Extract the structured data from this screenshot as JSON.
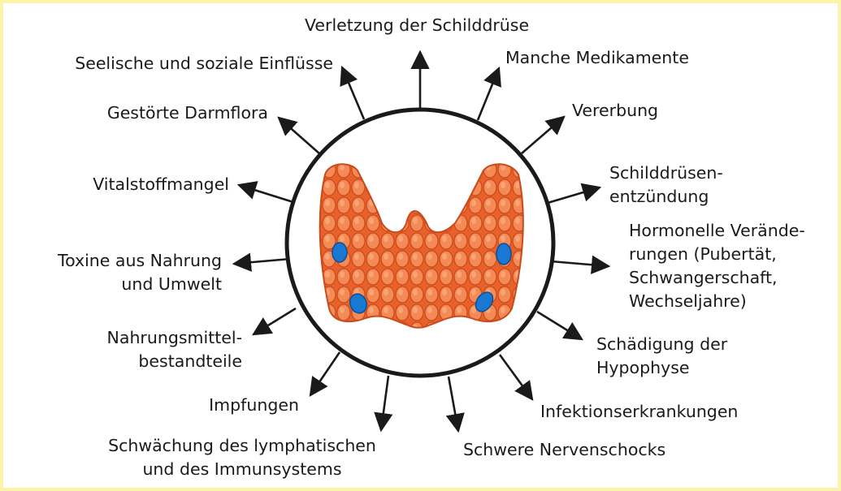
{
  "center_image": "thyroid-gland",
  "accent_colors": {
    "background_frame": "#faf3a8",
    "gland": "#f0703a",
    "nodules": "#1978d2",
    "arrows": "#1a1a1a"
  },
  "labels": {
    "top": "Verletzung der Schilddrüse",
    "manche_medikamente": "Manche Medikamente",
    "vererbung": "Vererbung",
    "entzuendung": "Schilddrüsen-\nentzündung",
    "hormonelle": "Hormonelle Verände-\nrungen (Pubertät,\nSchwangerschaft,\nWechseljahre)",
    "hypophyse": "Schädigung der\nHypophyse",
    "infektion": "Infektionserkrankungen",
    "nervenschocks": "Schwere Nervenschocks",
    "lymphatisch": "Schwächung des lymphatischen\nund des Immunsystems",
    "impfungen": "Impfungen",
    "nahrungsmittel": "Nahrungsmittel-\nbestandteile",
    "toxine": "Toxine aus Nahrung\nund Umwelt",
    "vitalstoff": "Vitalstoffmangel",
    "darmflora": "Gestörte Darmflora",
    "seelische": "Seelische und soziale Einflüsse"
  }
}
